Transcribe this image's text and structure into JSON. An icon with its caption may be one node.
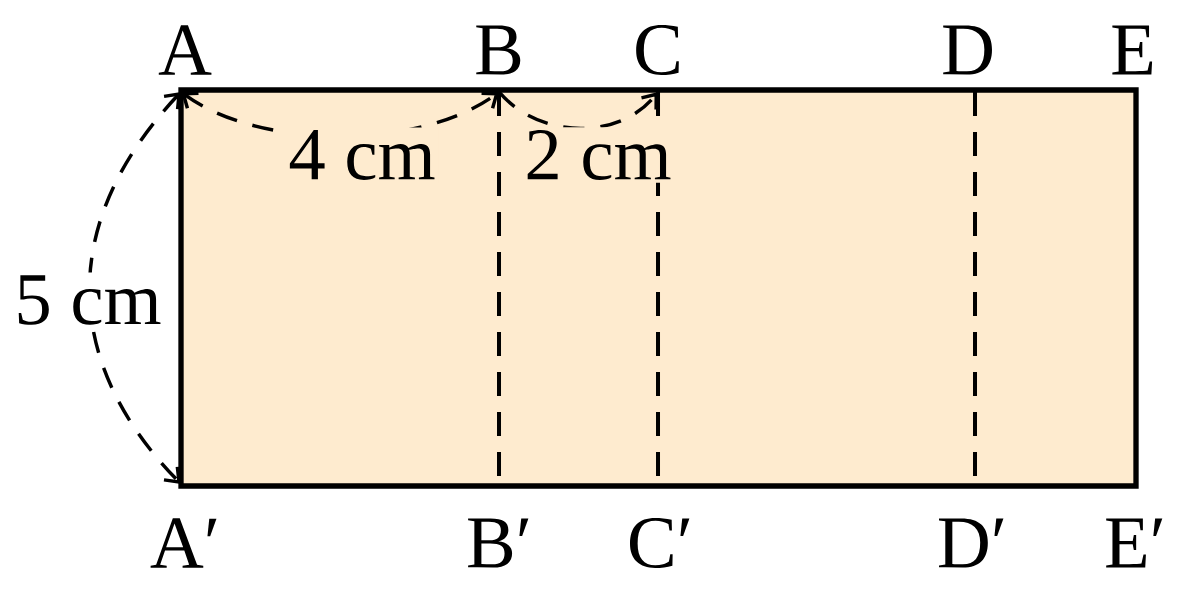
{
  "diagram": {
    "labels": [
      "A",
      "B",
      "C",
      "D",
      "E",
      "4 cm",
      "2 cm",
      "5 cm",
      "A′",
      "B′",
      "C′",
      "D′",
      "E′"
    ]
  }
}
